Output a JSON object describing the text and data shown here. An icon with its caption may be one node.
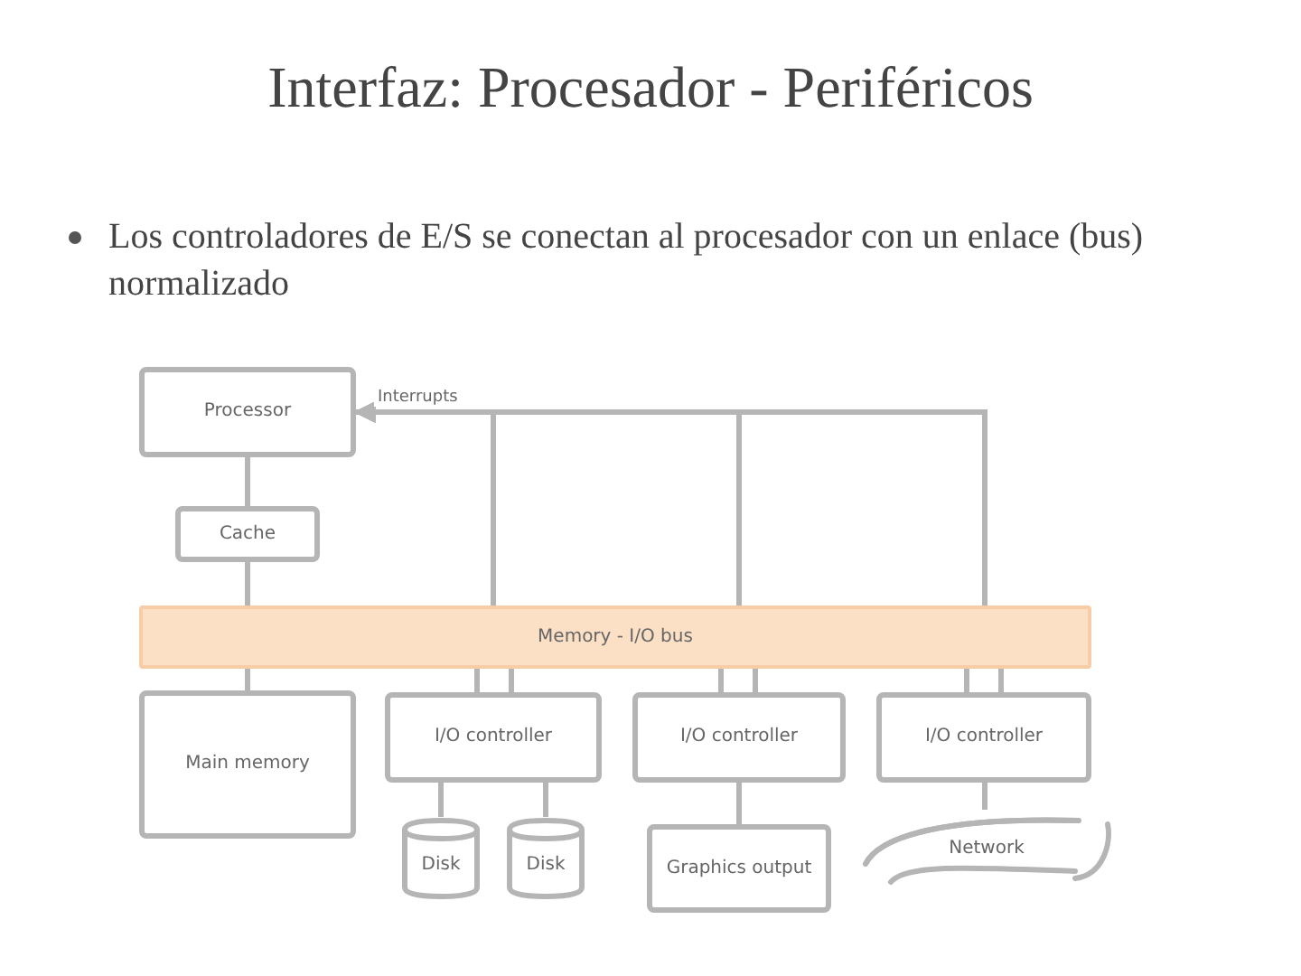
{
  "diagram": {
    "title": "Interfaz: Procesador - Periféricos",
    "nodes": [
      {
        "text": [
          "Processor"
        ]
      },
      {
        "text": [
          "Cache"
        ]
      },
      {
        "text": [
          "Memory - I/O bus"
        ]
      },
      {
        "text": [
          "Main memory"
        ]
      },
      {
        "text": [
          "I/O controller"
        ]
      },
      {
        "text": [
          "I/O controller"
        ]
      },
      {
        "text": [
          "I/O controller"
        ]
      },
      {
        "text": [
          "Disk"
        ]
      },
      {
        "text": [
          "Disk"
        ]
      },
      {
        "text": [
          "Graphics output"
        ]
      },
      {
        "text": [
          "Network"
        ]
      }
    ],
    "edges": [
      {
        "from": 0,
        "to": 1,
        "arrow": "none"
      },
      {
        "from": 1,
        "to": 2,
        "arrow": "none"
      },
      {
        "from": 2,
        "to": 3,
        "arrow": "none"
      },
      {
        "from": 2,
        "to": 4,
        "arrow": "none"
      },
      {
        "from": 2,
        "to": 4,
        "arrow": "none"
      },
      {
        "from": 2,
        "to": 5,
        "arrow": "none"
      },
      {
        "from": 2,
        "to": 5,
        "arrow": "none"
      },
      {
        "from": 2,
        "to": 6,
        "arrow": "none"
      },
      {
        "from": 2,
        "to": 6,
        "arrow": "none"
      },
      {
        "from": 4,
        "to": 7,
        "arrow": "none"
      },
      {
        "from": 4,
        "to": 8,
        "arrow": "none"
      },
      {
        "from": 5,
        "to": 9,
        "arrow": "none"
      },
      {
        "from": 6,
        "to": 10,
        "arrow": "none"
      },
      {
        "from": 2,
        "to": 0,
        "arrow": "to",
        "label": "Interrupts"
      },
      {
        "from": 2,
        "to": 0,
        "arrow": "to"
      },
      {
        "from": 2,
        "to": 0,
        "arrow": "to"
      }
    ],
    "labels": [
      "Los controladores de E/S se conectan al procesador con un enlace (bus) normalizado"
    ]
  }
}
